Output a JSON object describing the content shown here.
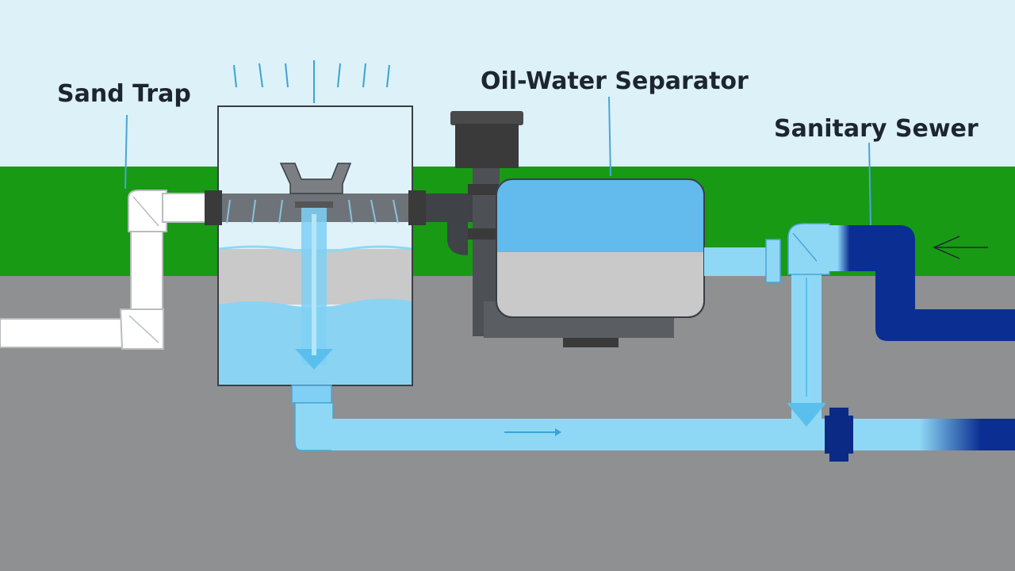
{
  "labels": {
    "sand_trap": "Sand Trap",
    "oil_water_separator": "Oil-Water Separator",
    "sanitary_sewer": "Sanitary Sewer"
  },
  "colors": {
    "sky": "#dcf1f8",
    "grass": "#189a14",
    "ground": "#8e9092",
    "white_pipe": "#ffffff",
    "water": "#8fd8f5",
    "water_dark": "#55b8ea",
    "sewer_pipe": "#0a2e92",
    "fitting": "#3a3a3a",
    "sediment": "#c9c9c9"
  },
  "icons": {
    "flow_arrow": "arrow-icon",
    "inflow_arrow": "arrow-left-icon"
  }
}
